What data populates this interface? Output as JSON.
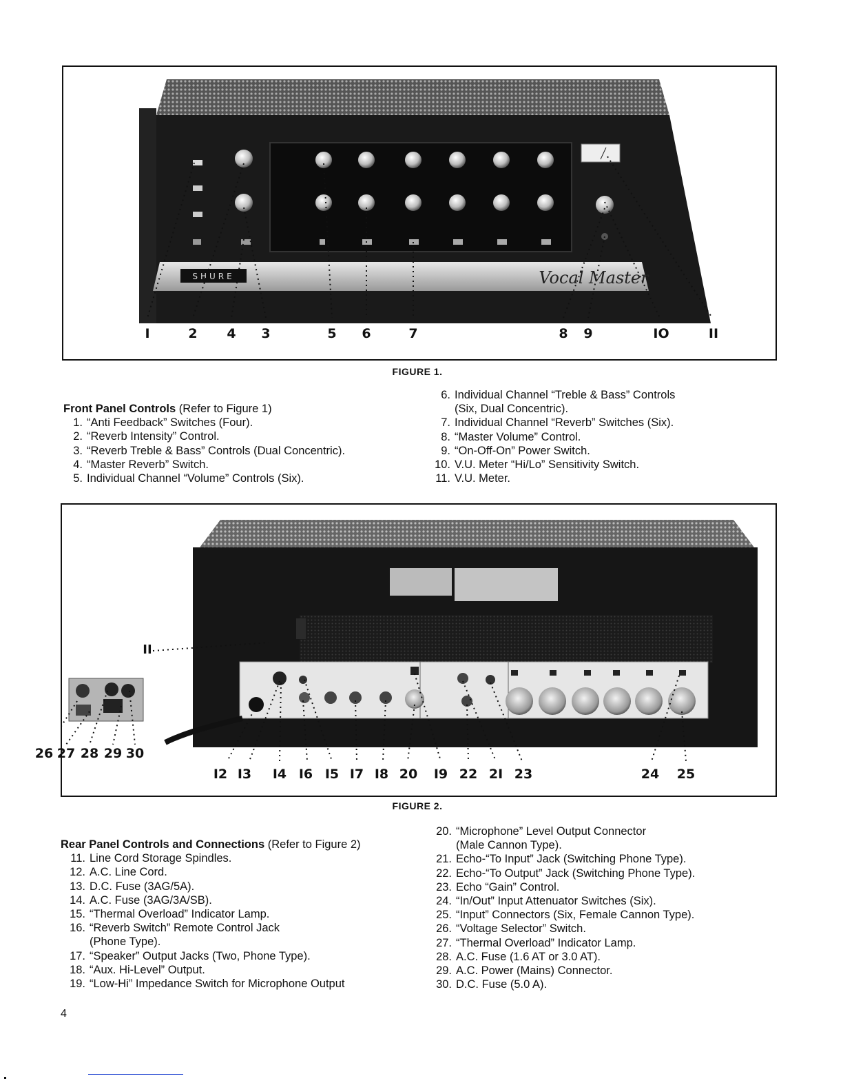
{
  "figure1": {
    "caption": "FIGURE 1.",
    "brand_label": "SHURE",
    "model_script": "Vocal Master",
    "callouts": [
      "I",
      "2",
      "4",
      "3",
      "5",
      "6",
      "7",
      "8",
      "9",
      "IO",
      "II"
    ]
  },
  "front_panel": {
    "title": "Front Panel Controls",
    "ref": "(Refer to Figure 1)",
    "items": [
      {
        "num": "1.",
        "text": "“Anti Feedback” Switches (Four)."
      },
      {
        "num": "2.",
        "text": "“Reverb Intensity” Control."
      },
      {
        "num": "3.",
        "text": "“Reverb Treble & Bass” Controls (Dual Concentric)."
      },
      {
        "num": "4.",
        "text": "“Master Reverb” Switch."
      },
      {
        "num": "5.",
        "text": "Individual Channel “Volume” Controls (Six)."
      }
    ],
    "items_right": [
      {
        "num": "6.",
        "text": "Individual Channel “Treble & Bass” Controls",
        "cont": "(Six, Dual Concentric)."
      },
      {
        "num": "7.",
        "text": "Individual Channel “Reverb” Switches (Six)."
      },
      {
        "num": "8.",
        "text": "“Master Volume” Control."
      },
      {
        "num": "9.",
        "text": "“On-Off-On” Power Switch."
      },
      {
        "num": "10.",
        "text": "V.U. Meter “Hi/Lo” Sensitivity Switch."
      },
      {
        "num": "11.",
        "text": "V.U. Meter."
      }
    ]
  },
  "figure2": {
    "caption": "FIGURE 2.",
    "callouts": [
      "II",
      "26",
      "27",
      "28",
      "29",
      "30",
      "I2",
      "I3",
      "I4",
      "I6",
      "I5",
      "I7",
      "I8",
      "20",
      "I9",
      "22",
      "2I",
      "23",
      "24",
      "25"
    ]
  },
  "rear_panel": {
    "title": "Rear Panel Controls and Connections",
    "ref": "(Refer to Figure 2)",
    "items": [
      {
        "num": "11.",
        "text": "Line Cord Storage Spindles."
      },
      {
        "num": "12.",
        "text": "A.C. Line Cord."
      },
      {
        "num": "13.",
        "text": "D.C. Fuse (3AG/5A)."
      },
      {
        "num": "14.",
        "text": "A.C. Fuse (3AG/3A/SB)."
      },
      {
        "num": "15.",
        "text": "“Thermal Overload” Indicator Lamp."
      },
      {
        "num": "16.",
        "text": "“Reverb Switch” Remote Control Jack",
        "cont": "(Phone Type)."
      },
      {
        "num": "17.",
        "text": "“Speaker” Output Jacks (Two, Phone Type)."
      },
      {
        "num": "18.",
        "text": "“Aux. Hi-Level” Output."
      },
      {
        "num": "19.",
        "text": "“Low-Hi” Impedance Switch for Microphone Output"
      }
    ],
    "items_right": [
      {
        "num": "20.",
        "text": "“Microphone” Level Output Connector",
        "cont": "(Male Cannon Type)."
      },
      {
        "num": "21.",
        "text": "Echo-“To Input” Jack (Switching Phone Type)."
      },
      {
        "num": "22.",
        "text": "Echo-“To Output” Jack (Switching Phone Type)."
      },
      {
        "num": "23.",
        "text": "Echo “Gain” Control."
      },
      {
        "num": "24.",
        "text": "“In/Out” Input Attenuator Switches (Six)."
      },
      {
        "num": "25.",
        "text": "“Input” Connectors (Six, Female Cannon Type)."
      },
      {
        "num": "26.",
        "text": "“Voltage Selector” Switch."
      },
      {
        "num": "27.",
        "text": "“Thermal Overload” Indicator Lamp."
      },
      {
        "num": "28.",
        "text": "A.C. Fuse (1.6 AT or 3.0 AT)."
      },
      {
        "num": "29.",
        "text": "A.C. Power (Mains) Connector."
      },
      {
        "num": "30.",
        "text": "D.C. Fuse (5.0 A)."
      }
    ]
  },
  "page_number": "4"
}
